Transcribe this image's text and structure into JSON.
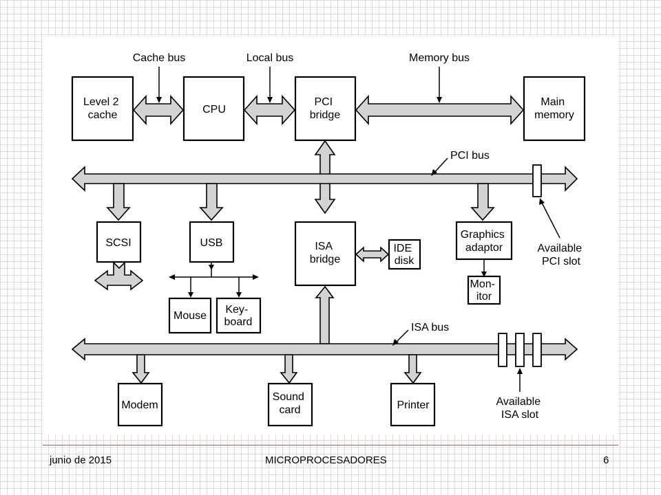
{
  "diagram": {
    "bus_labels": {
      "cache_bus": "Cache bus",
      "local_bus": "Local bus",
      "memory_bus": "Memory bus",
      "pci_bus": "PCI bus",
      "isa_bus": "ISA bus"
    },
    "components": {
      "level2_cache": [
        "Level 2",
        "cache"
      ],
      "cpu": [
        "CPU"
      ],
      "pci_bridge": [
        "PCI",
        "bridge"
      ],
      "main_memory": [
        "Main",
        "memory"
      ],
      "scsi": [
        "SCSI"
      ],
      "usb": [
        "USB"
      ],
      "isa_bridge": [
        "ISA",
        "bridge"
      ],
      "ide_disk": [
        "IDE",
        "disk"
      ],
      "graphics_adaptor": [
        "Graphics",
        "adaptor"
      ],
      "monitor": [
        "Mon-",
        "itor"
      ],
      "mouse": [
        "Mouse"
      ],
      "keyboard": [
        "Key-",
        "board"
      ],
      "modem": [
        "Modem"
      ],
      "sound_card": [
        "Sound",
        "card"
      ],
      "printer": [
        "Printer"
      ]
    },
    "slot_labels": {
      "pci_slot": [
        "Available",
        "PCI slot"
      ],
      "isa_slot": [
        "Available",
        "ISA slot"
      ]
    }
  },
  "footer": {
    "date": "junio de 2015",
    "title": "MICROPROCESADORES",
    "page": "6"
  }
}
